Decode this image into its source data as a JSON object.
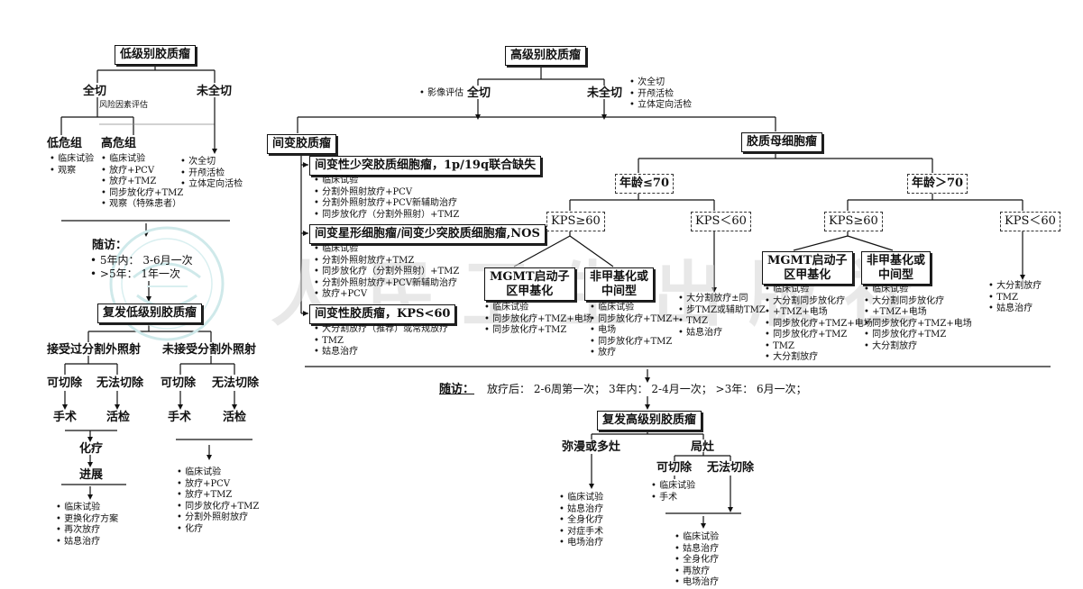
{
  "watermark": {
    "text": "人民卫生出版社"
  },
  "left": {
    "title": "低级别胶质瘤",
    "full_resection": "全切",
    "partial_resection": "未全切",
    "risk_eval": "风险因素评估",
    "low_risk": "低危组",
    "high_risk": "高危组",
    "low_risk_list": [
      "临床试验",
      "观察"
    ],
    "high_risk_list": [
      "临床试验",
      "放疗+PCV",
      "放疗+TMZ",
      "同步放化疗+TMZ",
      "观察（特殊患者）"
    ],
    "partial_list": [
      "次全切",
      "开颅活检",
      "立体定向活检"
    ],
    "followup_label": "随访：",
    "followup_items": [
      "5年内：  3-6月一次",
      ">5年：  1年一次"
    ],
    "recurrence": "复发低级别胶质瘤",
    "received_rt": "接受过分割外照射",
    "not_received_rt": "未接受分割外照射",
    "resectable_a": "可切除",
    "unresectable_a": "无法切除",
    "resectable_b": "可切除",
    "unresectable_b": "无法切除",
    "surgery_a": "手术",
    "biopsy_a": "活检",
    "surgery_b": "手术",
    "biopsy_b": "活检",
    "chemo": "化疗",
    "progress": "进展",
    "progress_list": [
      "临床试验",
      "更换化疗方案",
      "再次放疗",
      "姑息治疗"
    ],
    "not_rt_list": [
      "临床试验",
      "放疗+PCV",
      "放疗+TMZ",
      "同步放化疗+TMZ",
      "分割外照射放疗",
      "化疗"
    ]
  },
  "right": {
    "title": "高级别胶质瘤",
    "imaging": "影像评估",
    "full": "全切",
    "partial": "未全切",
    "partial_list": [
      "次全切",
      "开颅活检",
      "立体定向活检"
    ],
    "anaplastic": "间变胶质瘤",
    "gbm": "胶质母细胞瘤",
    "oligo": "间变性少突胶质细胞瘤，1p/19q联合缺失",
    "oligo_list": [
      "临床试验",
      "分割外照射放疗+PCV",
      "分割外照射放疗+PCV新辅助治疗",
      "同步放化疗（分割外照射）+TMZ"
    ],
    "astro": "间变星形细胞瘤/间变少突胶质细胞瘤,NOS",
    "astro_list": [
      "临床试验",
      "分割外照射放疗+TMZ",
      "同步放化疗（分割外照射）+TMZ",
      "分割外照射放疗+PCV新辅助治疗",
      "放疗+PCV"
    ],
    "kps_low_anaplastic": "间变性胶质瘤，KPS<60",
    "kps_low_anaplastic_list": [
      "大分割放疗（推荐）或常规放疗",
      "TMZ",
      "姑息治疗"
    ],
    "age_le70": "年龄≤70",
    "age_gt70": "年龄＞70",
    "kps_ge60_a": "KPS≥60",
    "kps_lt60_a": "KPS＜60",
    "kps_ge60_b": "KPS≥60",
    "kps_lt60_b": "KPS＜60",
    "mgmt_a": [
      "MGMT启动子",
      "区甲基化"
    ],
    "nonmeth_a": [
      "非甲基化或",
      "中间型"
    ],
    "mgmt_a_list": [
      "临床试验",
      "同步放化疗+TMZ+电场",
      "同步放化疗+TMZ"
    ],
    "nonmeth_a_list": [
      "临床试验",
      "同步放化疗+TMZ+",
      "电场",
      "同步放化疗+TMZ",
      "放疗"
    ],
    "kps_lt60_a_list": [
      "大分割放疗±同",
      "步TMZ或辅助TMZ",
      "TMZ",
      "姑息治疗"
    ],
    "mgmt_b": [
      "MGMT启动子",
      "区甲基化"
    ],
    "nonmeth_b": [
      "非甲基化或",
      "中间型"
    ],
    "mgmt_b_list": [
      "临床试验",
      "大分割同步放化疗",
      "+TMZ+电场",
      "同步放化疗+TMZ+电场",
      "同步放化疗+TMZ",
      "TMZ",
      "大分割放疗"
    ],
    "nonmeth_b_list": [
      "临床试验",
      "大分割同步放化疗",
      "+TMZ+电场",
      "同步放化疗+TMZ+电场",
      "同步放化疗+TMZ",
      "大分割放疗"
    ],
    "kps_lt60_b_list": [
      "大分割放疗",
      "TMZ",
      "姑息治疗"
    ],
    "followup_label": "随访：",
    "followup_text": "放疗后：  2-6周第一次；  3年内：  2-4月一次；    >3年：  6月一次；",
    "recurrence": "复发高级别胶质瘤",
    "diffuse": "弥漫或多灶",
    "local": "局灶",
    "resectable": "可切除",
    "unresectable": "无法切除",
    "diffuse_list": [
      "临床试验",
      "姑息治疗",
      "全身化疗",
      "对症手术",
      "电场治疗"
    ],
    "resectable_list": [
      "临床试验",
      "手术"
    ],
    "final_list": [
      "临床试验",
      "姑息治疗",
      "全身化疗",
      "再放疗",
      "电场治疗"
    ]
  }
}
